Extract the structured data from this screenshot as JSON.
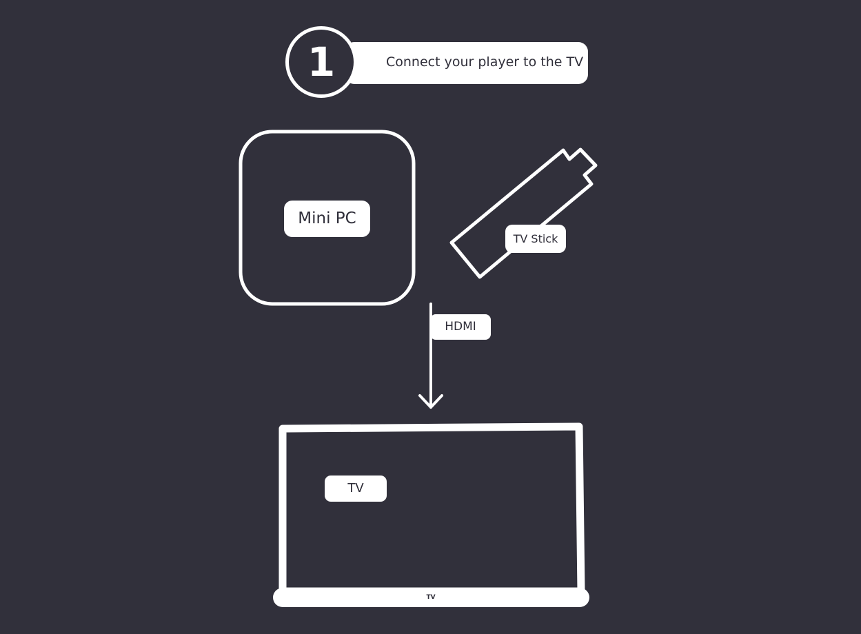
{
  "step": {
    "number": "1",
    "text": "Connect your player to the TV"
  },
  "devices": {
    "mini_pc": "Mini PC",
    "tv_stick": "TV Stick"
  },
  "connection": {
    "label": "HDMI"
  },
  "tv": {
    "screen_label": "TV",
    "base_label": "TV"
  },
  "colors": {
    "background": "#31303b",
    "foreground": "#ffffff"
  },
  "icons": [
    "mini-pc-icon",
    "tv-stick-icon",
    "arrow-down-icon",
    "tv-icon"
  ]
}
